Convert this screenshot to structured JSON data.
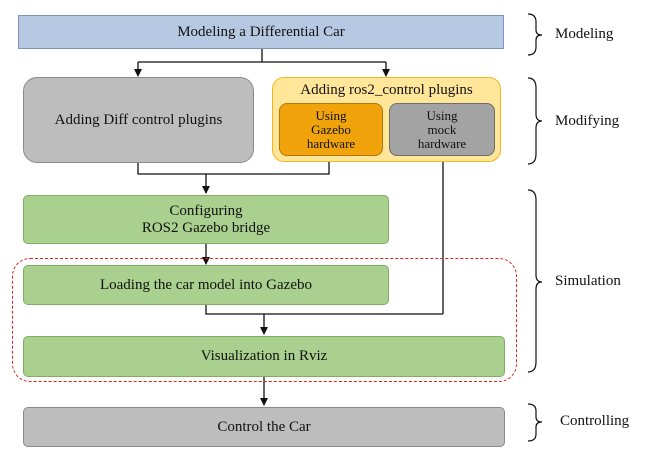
{
  "boxes": {
    "modeling": "Modeling a Differential Car",
    "diff_plugins": "Adding Diff control plugins",
    "ros2_plugins": "Adding ros2_control plugins",
    "gazebo_hw": "Using\nGazebo\nhardware",
    "mock_hw": "Using\nmock\nhardware",
    "bridge": "Configuring\nROS2 Gazebo bridge",
    "loading": "Loading the car model into Gazebo",
    "rviz": "Visualization in Rviz",
    "control": "Control the Car"
  },
  "phases": {
    "modeling": "Modeling",
    "modifying": "Modifying",
    "simulation": "Simulation",
    "controlling": "Controlling"
  },
  "colors": {
    "blue": "#b7c9e2",
    "gray": "#bdbdbd",
    "green": "#a9d08e",
    "yellow": "#ffe699",
    "orange": "#f0a30a",
    "dark_gray": "#a3a3a3",
    "dashed_red": "#e02020"
  }
}
